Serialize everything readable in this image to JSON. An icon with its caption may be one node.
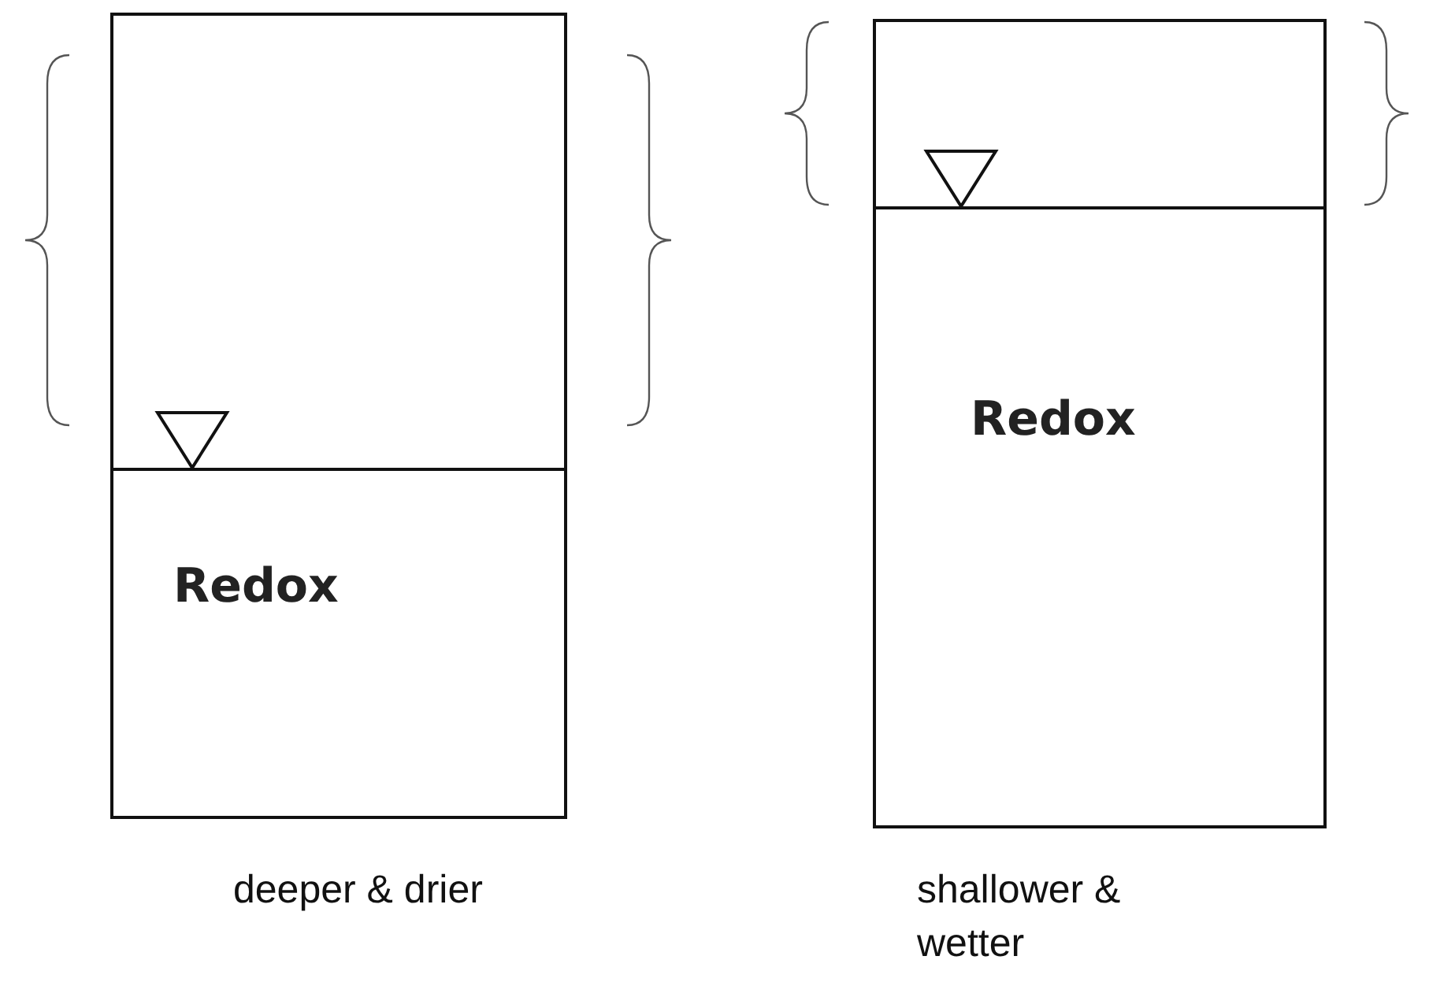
{
  "diagram": {
    "nodes": [
      {
        "text": [
          "Redox"
        ],
        "beside": [
          "deeper & drier"
        ]
      },
      {
        "text": [
          "Redox"
        ],
        "beside": [
          "shallower & wetter"
        ]
      }
    ]
  }
}
